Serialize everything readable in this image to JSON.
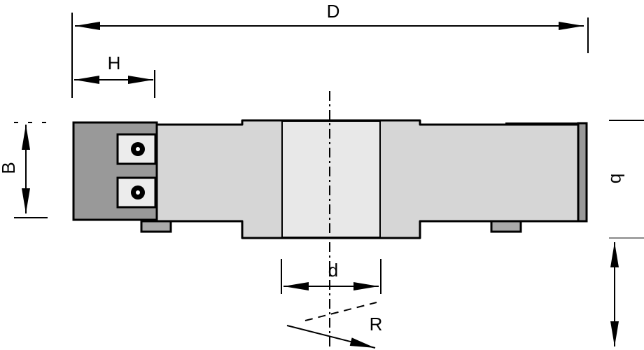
{
  "labels": {
    "D": "D",
    "H": "H",
    "B": "B",
    "b": "b",
    "d": "d",
    "R": "R"
  },
  "colors": {
    "tool_body": "#999999",
    "cutter_body": "#d6d6d6",
    "bore": "#e8e8e8",
    "insert": "#ececec",
    "line": "#000000"
  }
}
